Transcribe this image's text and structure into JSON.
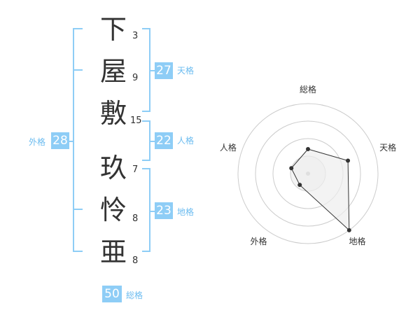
{
  "name": {
    "characters": [
      {
        "char": "下",
        "strokes": "3"
      },
      {
        "char": "屋",
        "strokes": "9"
      },
      {
        "char": "敷",
        "strokes": "15"
      },
      {
        "char": "玖",
        "strokes": "7"
      },
      {
        "char": "怜",
        "strokes": "8"
      },
      {
        "char": "亜",
        "strokes": "8"
      }
    ]
  },
  "fortunes": {
    "tenkaku": {
      "value": "27",
      "label": "天格"
    },
    "jinkaku": {
      "value": "22",
      "label": "人格"
    },
    "chikaku": {
      "value": "23",
      "label": "地格"
    },
    "gaikaku": {
      "value": "28",
      "label": "外格"
    },
    "soukaku": {
      "value": "50",
      "label": "総格"
    }
  },
  "chart_data": {
    "type": "radar",
    "axes": [
      "総格",
      "天格",
      "地格",
      "外格",
      "人格"
    ],
    "values": [
      0.35,
      0.6,
      1.0,
      0.2,
      0.25
    ],
    "rings": 4,
    "colors": {
      "accent": "#8ecdf6",
      "line": "#333333",
      "ring": "#cccccc",
      "fill": "#eeeeee"
    }
  }
}
